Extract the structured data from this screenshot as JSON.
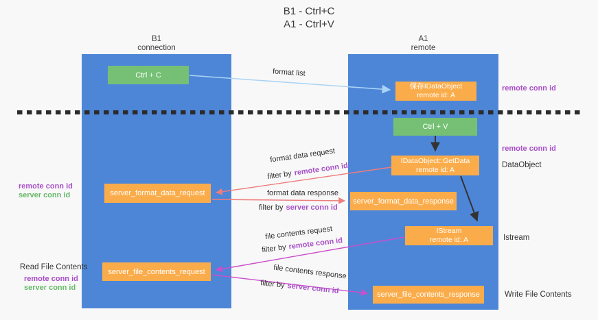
{
  "title": {
    "line1": "B1 - Ctrl+C",
    "line2": "A1 - Ctrl+V"
  },
  "columns": {
    "left": {
      "name": "B1",
      "subtitle": "connection"
    },
    "right": {
      "name": "A1",
      "subtitle": "remote"
    }
  },
  "nodes": {
    "ctrl_c": {
      "label": "Ctrl + C"
    },
    "ctrl_v": {
      "label": "Ctrl + V"
    },
    "save_idataobject": {
      "line1": "保存IDataObject",
      "line2": "remote id: A"
    },
    "idataobject_getdata": {
      "line1": "IDataObject::GetData",
      "line2": "remote id: A"
    },
    "istream": {
      "line1": "IStream",
      "line2": "remote id: A"
    },
    "server_format_data_request": {
      "label": "server_format_data_request"
    },
    "server_format_data_response": {
      "label": "server_format_data_response"
    },
    "server_file_contents_request": {
      "label": "server_file_contents_request"
    },
    "server_file_contents_response": {
      "label": "server_file_contents_response"
    }
  },
  "edge_labels": {
    "format_list": "format list",
    "format_data_request": "format data request",
    "format_data_response": "format data response",
    "file_contents_request": "file contents request",
    "file_contents_response": "file contents response",
    "filter_by": "filter by",
    "remote_conn_id": "remote conn id",
    "server_conn_id": "server conn id"
  },
  "side_labels": {
    "left_top": {
      "remote": "remote conn id",
      "server": "server conn id"
    },
    "left_bottom": {
      "title": "Read File Contents",
      "remote": "remote conn id",
      "server": "server conn id"
    },
    "right": {
      "remote_conn_id_top": "remote conn id",
      "remote_conn_id_mid": "remote conn id",
      "dataobject": "DataObject",
      "istream": "Istream",
      "write_file_contents": "Write File Contents"
    }
  },
  "colors": {
    "column_blue": "#4e86d7",
    "node_orange": "#fbac4a",
    "node_green": "#75c075",
    "remote_conn_purple": "#a84fc7",
    "server_conn_green": "#67b967",
    "arrow_salmon": "#ee7c7c",
    "arrow_magenta": "#cc4ecc",
    "arrow_lightblue": "#aad4f5",
    "arrow_black": "#333333",
    "dashed_line": "#2b2b2b"
  }
}
